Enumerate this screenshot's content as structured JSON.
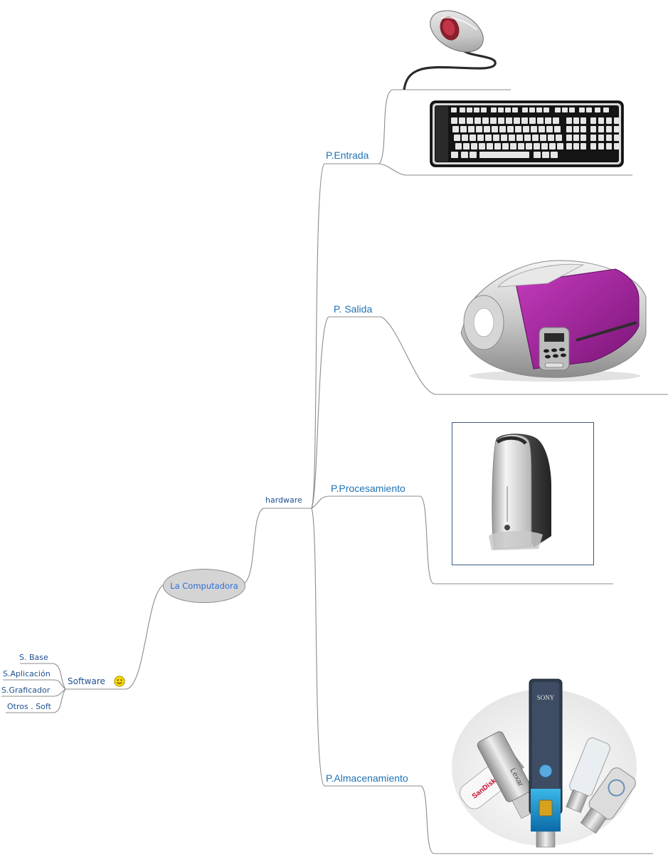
{
  "central": {
    "label": "La Computadora"
  },
  "hardware": {
    "label": "hardware",
    "branches": [
      {
        "label": "P.Entrada",
        "images": [
          "mouse-image",
          "keyboard-image"
        ]
      },
      {
        "label": "P. Salida",
        "images": [
          "printer-image"
        ]
      },
      {
        "label": "P.Procesamiento",
        "images": [
          "computer-case-image"
        ]
      },
      {
        "label": "P.Almacenamiento",
        "images": [
          "usb-flash-drives-image"
        ]
      }
    ]
  },
  "software": {
    "label": "Software",
    "icon": "smiley-icon",
    "children": [
      "S. Base",
      "S.Aplicación",
      "S.Graficador",
      "Otros . Soft"
    ]
  },
  "image_text": {
    "usb_brand_1": "SONY",
    "usb_brand_2": "Lexar",
    "usb_brand_3": "SanDisk"
  },
  "colors": {
    "branch_text": "#1f73b7",
    "line": "#8c8c8c",
    "central_fill": "#d4d4d4",
    "printer_purple": "#a3229b"
  }
}
